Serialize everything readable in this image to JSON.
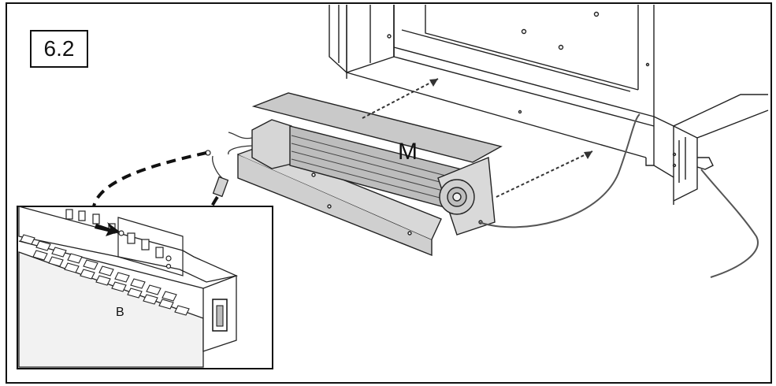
{
  "figure": {
    "step_number": "6.2",
    "part_labels": {
      "blower": "M",
      "control_box": "B"
    }
  }
}
